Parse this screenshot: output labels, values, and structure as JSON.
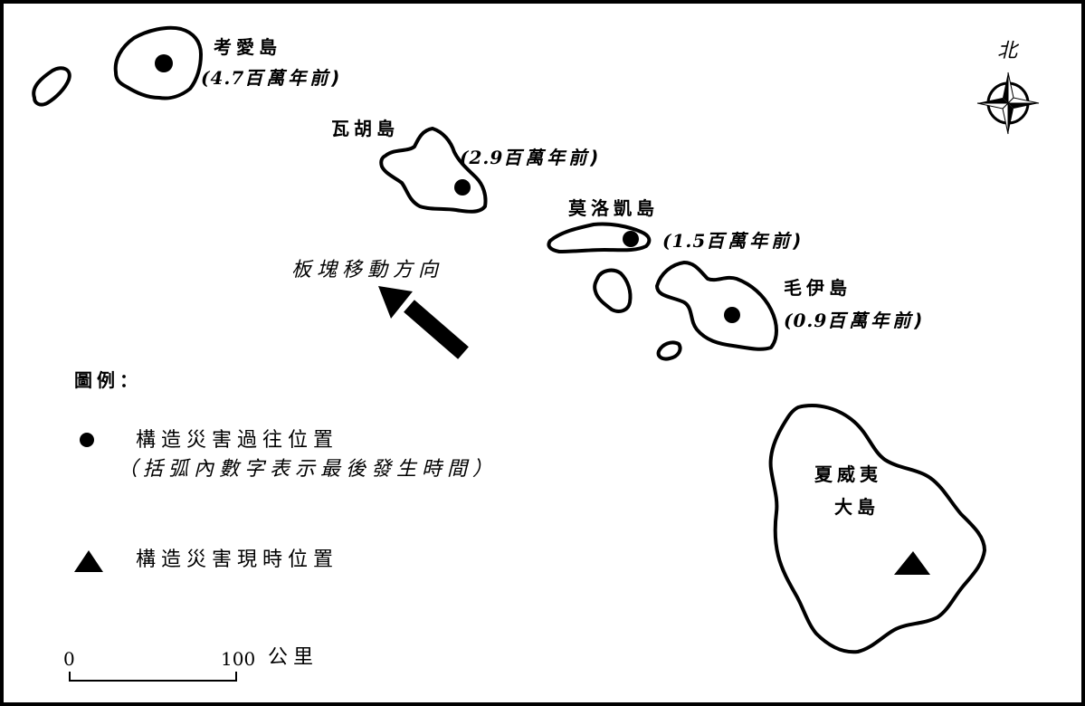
{
  "map": {
    "islands": [
      {
        "name": "考愛島",
        "age": "(4.7",
        "age_unit": "百萬年前)"
      },
      {
        "name": "瓦胡島",
        "age": "(2.9",
        "age_unit": "百萬年前)"
      },
      {
        "name": "莫洛凱島",
        "age": "(1.5",
        "age_unit": "百萬年前)"
      },
      {
        "name": "毛伊島",
        "age": "(0.9",
        "age_unit": "百萬年前)"
      },
      {
        "name_line1": "夏威夷",
        "name_line2": "大島"
      }
    ],
    "plate_motion_label": "板塊移動方向",
    "compass": {
      "label": "北",
      "icon": "compass-rose-icon"
    }
  },
  "legend": {
    "title": "圖例：",
    "items": [
      {
        "icon": "dot-icon",
        "label": "構造災害過往位置",
        "note": "（括弧內數字表示最後發生時間）"
      },
      {
        "icon": "triangle-icon",
        "label": "構造災害現時位置"
      }
    ]
  },
  "scale": {
    "start": "0",
    "end": "100",
    "unit": "公里"
  }
}
